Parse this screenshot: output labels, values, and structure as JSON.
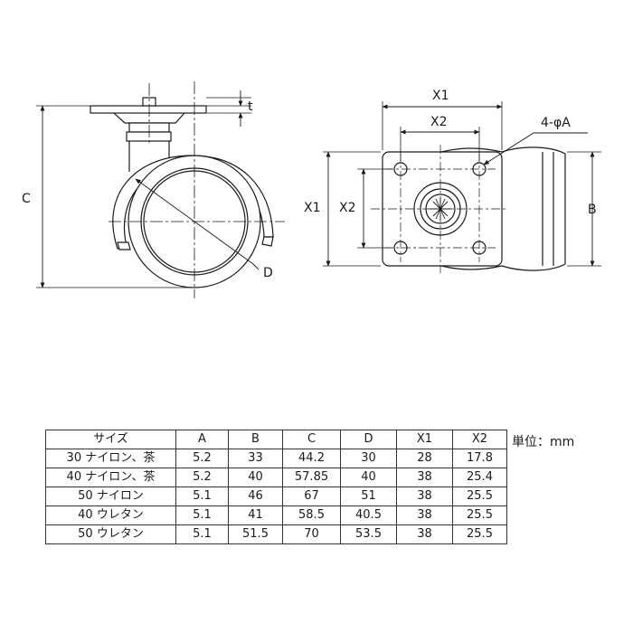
{
  "side_view_labels": {
    "c": "C",
    "t": "t",
    "d": "D"
  },
  "top_view_labels": {
    "x1_top": "X1",
    "x2_top": "X2",
    "x1_side": "X1",
    "x2_side": "X2",
    "hole": "4-φA",
    "b": "B"
  },
  "unit": "単位：mm",
  "table": {
    "headers": [
      "サイズ",
      "A",
      "B",
      "C",
      "D",
      "X1",
      "X2"
    ],
    "rows": [
      [
        "30 ナイロン、茶",
        "5.2",
        "33",
        "44.2",
        "30",
        "28",
        "17.8"
      ],
      [
        "40 ナイロン、茶",
        "5.2",
        "40",
        "57.85",
        "40",
        "38",
        "25.4"
      ],
      [
        "50 ナイロン",
        "5.1",
        "46",
        "67",
        "51",
        "38",
        "25.5"
      ],
      [
        "40 ウレタン",
        "5.1",
        "41",
        "58.5",
        "40.5",
        "38",
        "25.5"
      ],
      [
        "50 ウレタン",
        "5.1",
        "51.5",
        "70",
        "53.5",
        "38",
        "25.5"
      ]
    ]
  }
}
